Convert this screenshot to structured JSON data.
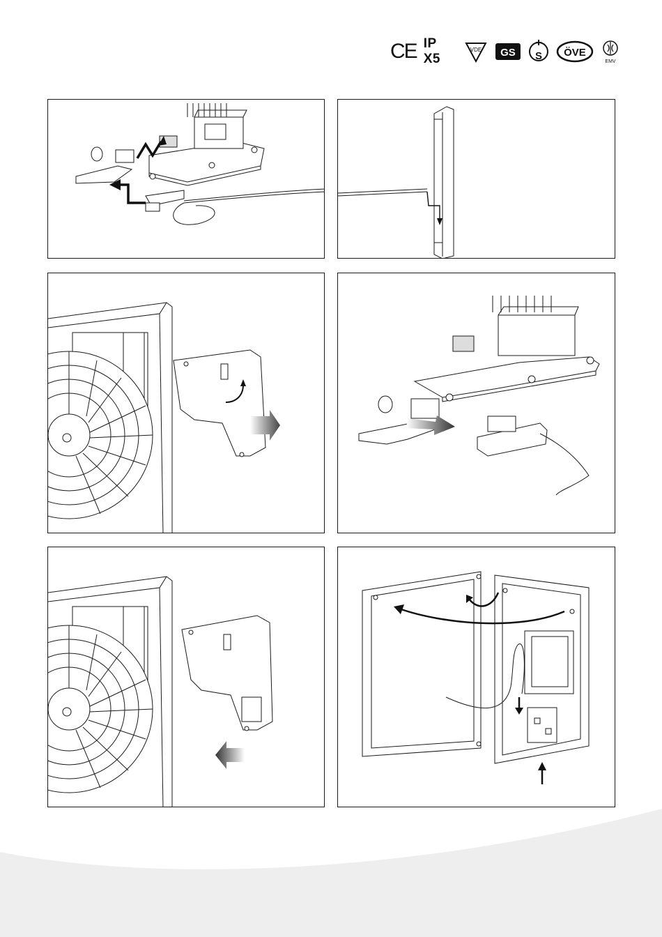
{
  "certifications": {
    "ce": "CE",
    "ip_rating": "IP X5",
    "vde": "VDE",
    "gs": "GS",
    "s": "S",
    "ove": "ÖVE",
    "emv": "EMV"
  },
  "figures": [
    {
      "id": "fig-1",
      "depicts": "wire-harness-connection"
    },
    {
      "id": "fig-2",
      "depicts": "door-side-profile"
    },
    {
      "id": "fig-3",
      "depicts": "board-removal"
    },
    {
      "id": "fig-4",
      "depicts": "connector-pull-off"
    },
    {
      "id": "fig-5",
      "depicts": "board-insertion"
    },
    {
      "id": "fig-6",
      "depicts": "door-hinge-relocation"
    }
  ],
  "colors": {
    "background": "#ffffff",
    "line": "#1a1a1a",
    "footer_wave": "#eeeeee"
  }
}
